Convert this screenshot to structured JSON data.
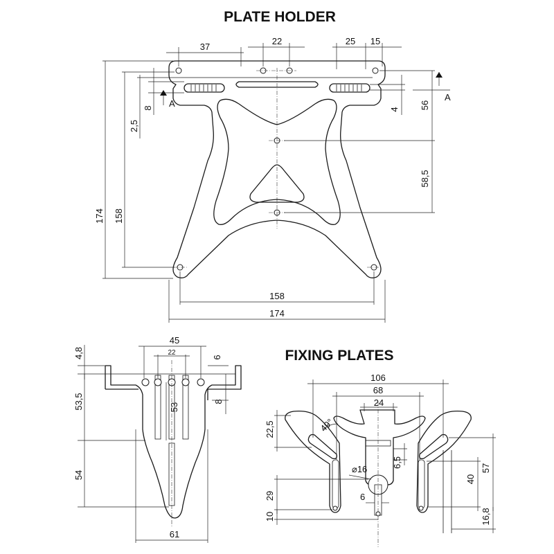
{
  "titles": {
    "plate_holder": "PLATE HOLDER",
    "fixing_plates": "FIXING PLATES"
  },
  "section_mark": "A",
  "plate_holder_dims": {
    "top_37": "37",
    "top_22": "22",
    "top_25": "25",
    "top_15": "15",
    "left_8": "8",
    "left_2_5": "2,5",
    "left_174": "174",
    "left_158": "158",
    "right_4": "4",
    "right_56": "56",
    "right_58_5": "58,5",
    "bottom_158": "158",
    "bottom_174": "174"
  },
  "side_view_dims": {
    "top_45": "45",
    "top_22": "22",
    "top_6": "6",
    "left_4_8": "4,8",
    "left_53_5": "53,5",
    "left_54": "54",
    "mid_53": "53",
    "right_8": "8",
    "bottom_61": "61"
  },
  "fixing_plates_dims": {
    "top_106": "106",
    "top_68": "68",
    "top_24": "24",
    "left_22_5": "22,5",
    "angle_49": "49°",
    "left_29": "29",
    "left_10": "10",
    "mid_6_5": "6,5",
    "dia_16": "⌀16",
    "mid_6": "6",
    "right_40": "40",
    "right_57": "57",
    "right_16_8": "16,8"
  }
}
